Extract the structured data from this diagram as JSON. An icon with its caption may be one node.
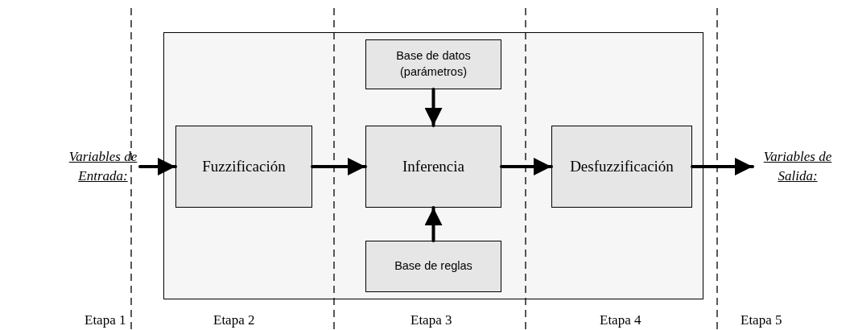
{
  "diagram": {
    "nodes": [
      {
        "text": [
          "Variables de Entrada:"
        ]
      },
      {
        "text": [],
        "shape": "box"
      },
      {
        "text": [
          "Base de datos (parámetros)"
        ],
        "in": 1
      },
      {
        "text": [
          "Fuzzificación"
        ],
        "in": 1
      },
      {
        "text": [
          "Inferencia"
        ],
        "in": 1
      },
      {
        "text": [
          "Desfuzzificación"
        ],
        "in": 1
      },
      {
        "text": [
          "Base de reglas"
        ],
        "in": 1
      },
      {
        "text": [
          "Variables de Salida:"
        ]
      }
    ],
    "edges": [
      {
        "from": 0,
        "to": 3,
        "arrow": "to"
      },
      {
        "from": 3,
        "to": 4,
        "arrow": "to"
      },
      {
        "from": 2,
        "to": 4,
        "arrow": "to"
      },
      {
        "from": 6,
        "to": 4,
        "arrow": "to"
      },
      {
        "from": 4,
        "to": 5,
        "arrow": "to"
      },
      {
        "from": 5,
        "to": 7,
        "arrow": "to"
      }
    ],
    "labels": [
      "Etapa 1",
      "Etapa 2",
      "Etapa 3",
      "Etapa 4",
      "Etapa 5"
    ]
  }
}
